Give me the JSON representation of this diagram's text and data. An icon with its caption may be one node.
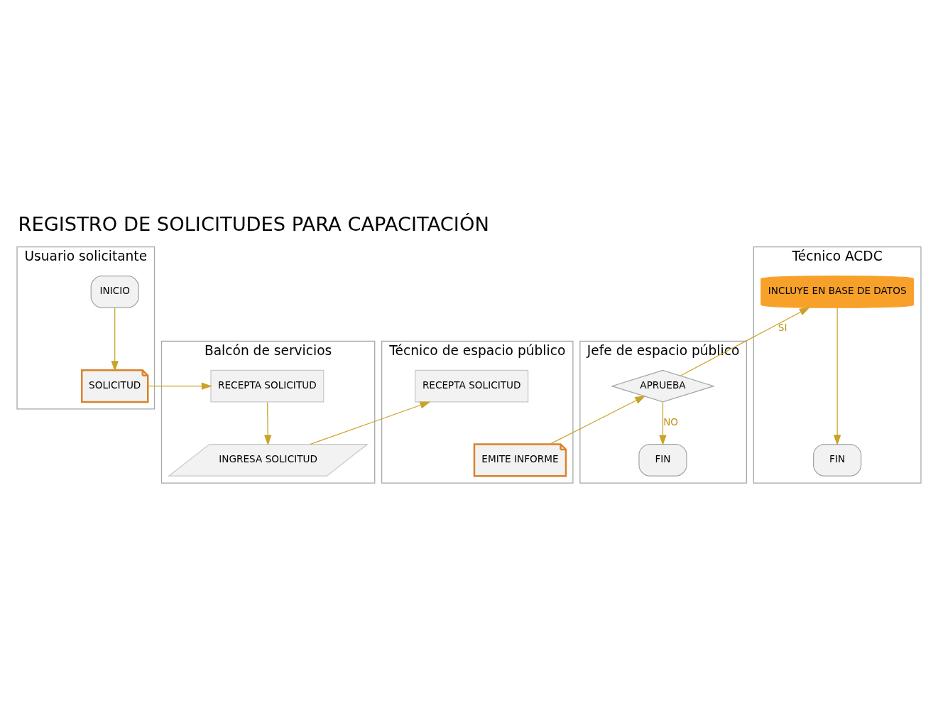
{
  "diagram": {
    "title": "REGISTRO DE SOLICITUDES PARA CAPACITACIÓN",
    "nodes": [
      {
        "text": [
          "Usuario solicitante"
        ]
      },
      {
        "text": [
          "Balcón de servicios"
        ]
      },
      {
        "text": [
          "Técnico de espacio público"
        ]
      },
      {
        "text": [
          "Jefe de espacio público"
        ]
      },
      {
        "text": [
          "Técnico ACDC"
        ]
      },
      {
        "text": [
          "INICIO"
        ],
        "in": 0
      },
      {
        "text": [
          "SOLICITUD"
        ],
        "in": 0
      },
      {
        "text": [
          "RECEPTA SOLICITUD"
        ],
        "in": 1
      },
      {
        "text": [
          "INGRESA SOLICITUD"
        ],
        "in": 1
      },
      {
        "text": [
          "RECEPTA SOLICITUD"
        ],
        "in": 2
      },
      {
        "text": [
          "EMITE INFORME"
        ],
        "in": 2
      },
      {
        "text": [
          "APRUEBA"
        ],
        "in": 3
      },
      {
        "text": [
          "FIN"
        ],
        "in": 3
      },
      {
        "text": [
          "INCLUYE EN BASE DE DATOS"
        ],
        "in": 4
      },
      {
        "text": [
          "FIN"
        ],
        "in": 4
      }
    ],
    "edges": [
      {
        "from": 5,
        "to": 6,
        "arrow": "to"
      },
      {
        "from": 6,
        "to": 7,
        "arrow": "to"
      },
      {
        "from": 7,
        "to": 8,
        "arrow": "to"
      },
      {
        "from": 8,
        "to": 9,
        "arrow": "to"
      },
      {
        "from": 10,
        "to": 11,
        "arrow": "to"
      },
      {
        "from": 11,
        "to": 13,
        "arrow": "to",
        "label": "SI"
      },
      {
        "from": 11,
        "to": 12,
        "arrow": "to",
        "label": "NO"
      },
      {
        "from": 13,
        "to": 14,
        "arrow": "to"
      }
    ]
  }
}
